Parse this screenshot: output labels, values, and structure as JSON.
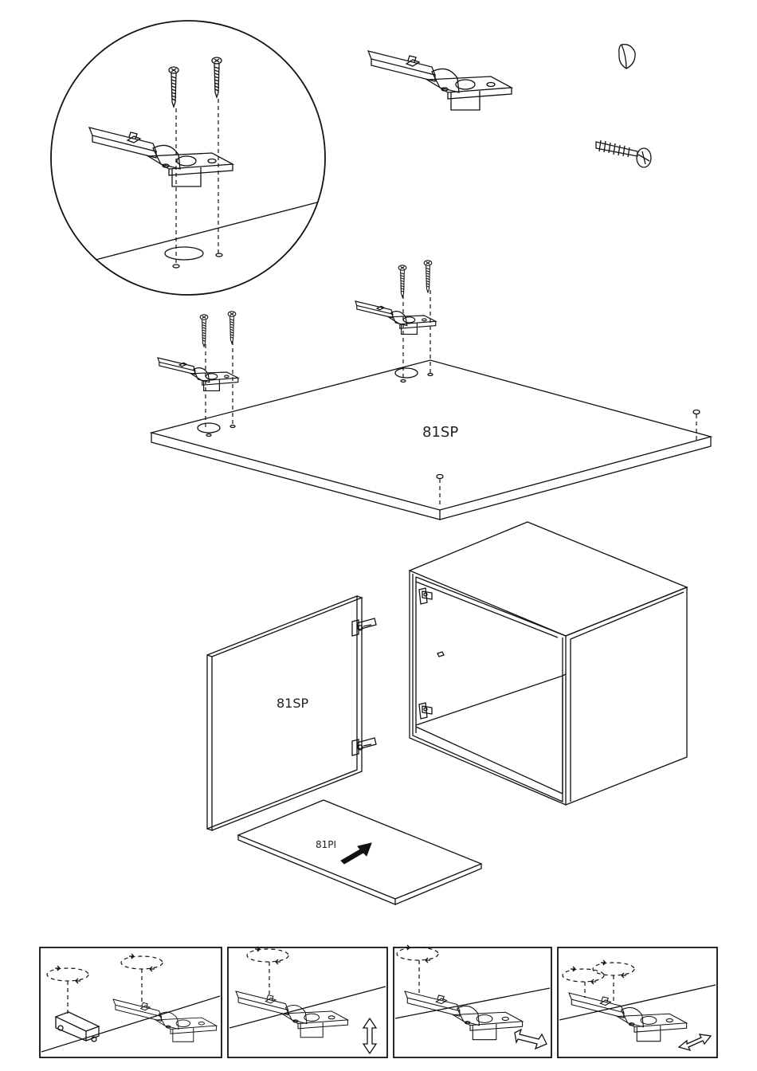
{
  "labels": {
    "panel_top": "81SP",
    "door": "81SP",
    "shelf": "81PI"
  },
  "adjust_steps": [
    "step-1",
    "step-2",
    "step-3",
    "step-4"
  ],
  "colors": {
    "line": "#111111",
    "background": "#ffffff",
    "arrow": "#111111"
  },
  "icons": [
    "screw-icon",
    "hinge-icon",
    "cap-icon",
    "cam-icon",
    "arrow-icon"
  ]
}
